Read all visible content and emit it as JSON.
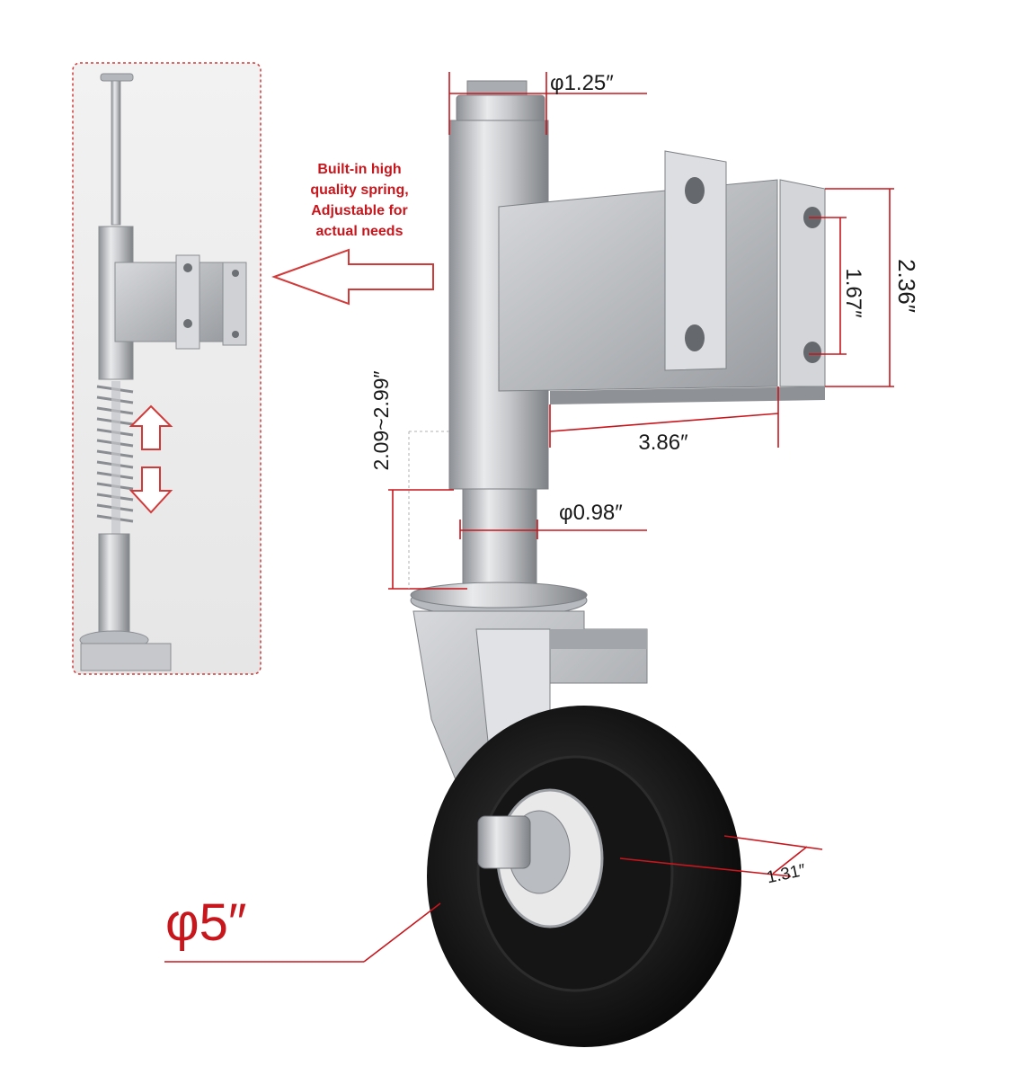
{
  "note": {
    "lines": [
      "Built-in high",
      "quality spring,",
      "Adjustable for",
      "actual needs"
    ]
  },
  "dimensions": {
    "top_diameter": "φ1.25″",
    "plate_hole_spacing": "1.67″",
    "plate_height": "2.36″",
    "plate_width": "3.86″",
    "spring_travel": "2.09~2.99″",
    "lower_diameter": "φ0.98″",
    "wheel_width": "1.31″",
    "wheel_diameter": "φ5″"
  },
  "colors": {
    "accent": "#c8161d",
    "metal": "#b9bcc0",
    "rubber": "#1a1a1a",
    "panel": "#efefef"
  }
}
